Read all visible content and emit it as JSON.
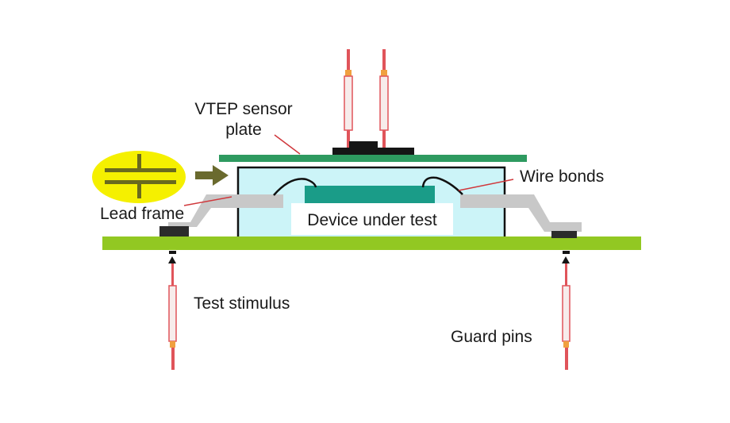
{
  "labels": {
    "sensor_plate_line1": "VTEP sensor",
    "sensor_plate_line2": "plate",
    "wire_bonds": "Wire bonds",
    "lead_frame": "Lead frame",
    "device_under_test": "Device under test",
    "test_stimulus": "Test stimulus",
    "guard_pins": "Guard pins"
  },
  "icons": {
    "capacitor": "capacitor-symbol-icon",
    "arrow": "right-arrow-icon"
  },
  "colors": {
    "pcb": "#92c822",
    "sensor_plate": "#2e9a60",
    "package_fill": "#ccf4f8",
    "die": "#1a9c88",
    "lead_frame": "#c8c8c8",
    "pad": "#2b2b2b",
    "probe_red": "#e0545a",
    "probe_body": "#f7eceb",
    "probe_collar": "#f0a040",
    "capacitor_bg": "#f5f000",
    "capacitor_plate": "#6a6a1e",
    "arrow": "#6a6a2e",
    "callout_line": "#d0383c"
  }
}
